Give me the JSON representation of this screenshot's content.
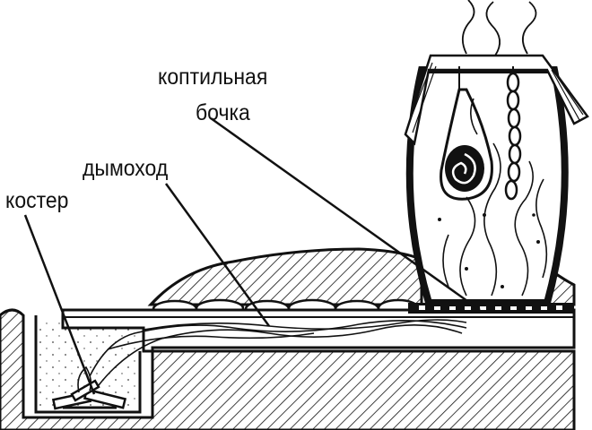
{
  "labels": {
    "barrel_line1": "коптильная",
    "barrel_line2": "бочка",
    "chimney": "дымоход",
    "fire": "костер"
  },
  "colors": {
    "ink": "#111111",
    "paper": "#ffffff"
  }
}
